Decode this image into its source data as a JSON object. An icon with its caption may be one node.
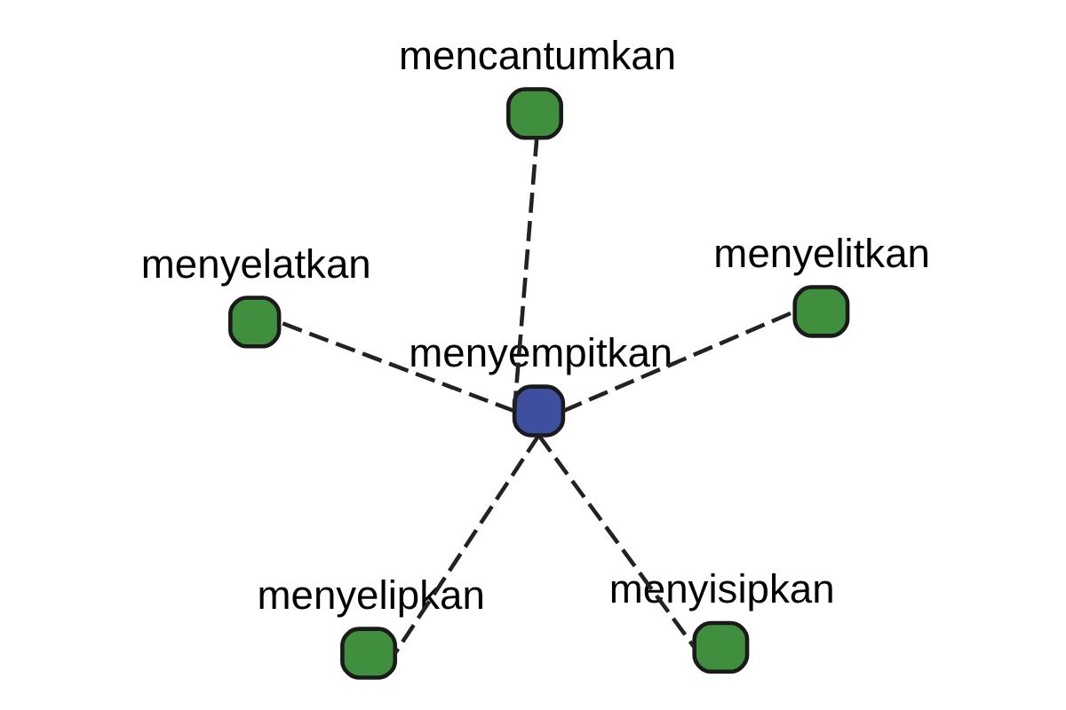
{
  "diagram": {
    "nodes": [
      {
        "text": [
          "menyelipkan"
        ]
      },
      {
        "text": [
          "menyisipkan"
        ]
      },
      {
        "text": [
          "menyempitkan"
        ]
      },
      {
        "text": [
          "mencantumkan"
        ]
      },
      {
        "text": [
          "menyelitkan"
        ]
      },
      {
        "text": [
          "menyelatkan"
        ]
      }
    ],
    "edges": [
      {
        "from": 2,
        "to": 0,
        "arrow": "none",
        "style": "dashed"
      },
      {
        "from": 2,
        "to": 1,
        "arrow": "none",
        "style": "dashed"
      },
      {
        "from": 2,
        "to": 3,
        "arrow": "none",
        "style": "dashed"
      },
      {
        "from": 2,
        "to": 4,
        "arrow": "none",
        "style": "dashed"
      },
      {
        "from": 2,
        "to": 5,
        "arrow": "none",
        "style": "dashed"
      }
    ]
  }
}
